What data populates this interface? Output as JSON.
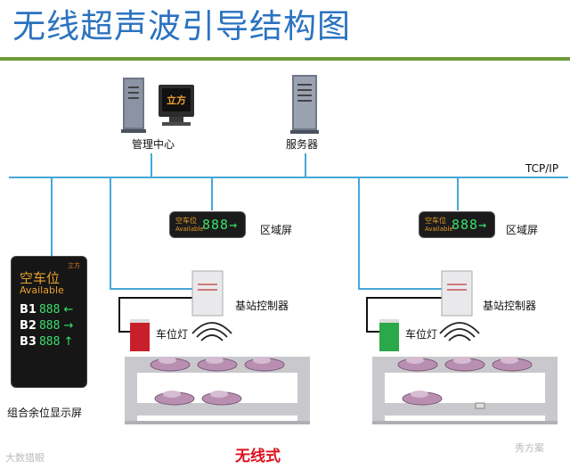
{
  "title": "无线超声波引导结构图",
  "network_label": "TCP/IP",
  "nodes": {
    "management_center": "管理中心",
    "server": "服务器",
    "zone_display_left": "区域屏",
    "zone_display_right": "区域屏",
    "base_controller_left": "基站控制器",
    "base_controller_right": "基站控制器",
    "space_light_left": "车位灯",
    "space_light_right": "车位灯",
    "combined_display": "组合余位显示屏"
  },
  "monitor_logo": "立方",
  "zone_display": {
    "line1": "空车位",
    "line2": "Available",
    "digits": "888",
    "arrow": "→"
  },
  "combined_display": {
    "brand": "立方",
    "line1": "空车位",
    "line2": "Available",
    "rows": [
      {
        "label": "B1",
        "digits": "888",
        "arrow": "←"
      },
      {
        "label": "B2",
        "digits": "888",
        "arrow": "→"
      },
      {
        "label": "B3",
        "digits": "888",
        "arrow": "↑"
      }
    ]
  },
  "caption": "无线式",
  "watermarks": {
    "left": "大数猎眼",
    "right": "秀方案"
  },
  "colors": {
    "title": "#2b73c0",
    "rule": "#6e9b37",
    "network_line": "#45a8d8",
    "red_light": "#c8202a",
    "green_light": "#2aa84a",
    "caption": "#e0101e"
  }
}
